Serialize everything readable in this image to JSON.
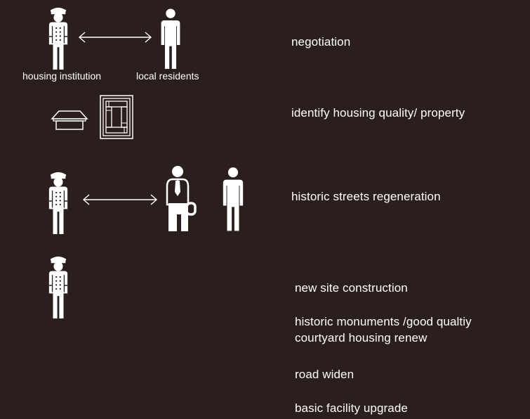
{
  "labels": {
    "housing_institution": "housing institution",
    "local_residents": "local residents"
  },
  "rows": {
    "negotiation": "negotiation",
    "identify": "identify housing quality/ property",
    "historic_streets": "historic streets regeneration",
    "new_site": "new site construction",
    "historic_monuments_line1": "historic monuments /good qualtiy",
    "historic_monuments_line2": "courtyard housing renew",
    "road_widen": "road widen",
    "basic_facility": "basic facility upgrade"
  },
  "icons": [
    "officer-icon",
    "resident-icon",
    "double-arrow-icon",
    "house-icon",
    "courtyard-plan-icon",
    "developer-icon"
  ],
  "colors": {
    "background": "#2a1f1d",
    "foreground": "#ffffff"
  }
}
